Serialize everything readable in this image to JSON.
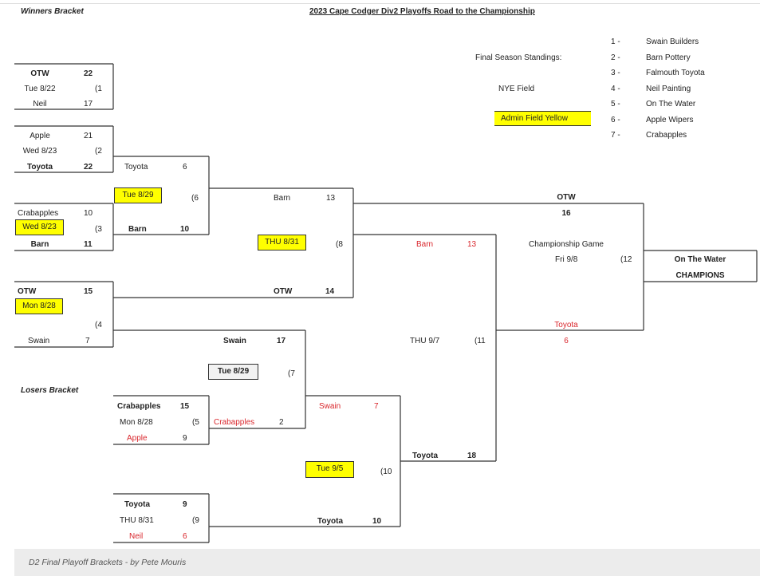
{
  "title": "2023 Cape Codger Div2 Playoffs Road to the Championship",
  "winners_label": "Winners Bracket",
  "losers_label": "Losers Bracket",
  "legend": {
    "standings_label": "Final Season Standings:",
    "nye_field": "NYE Field",
    "admin_field": "Admin Field Yellow",
    "highlight_color": "#ffff00"
  },
  "standings": [
    {
      "rank": "1 -",
      "team": "Swain Builders"
    },
    {
      "rank": "2 -",
      "team": "Barn Pottery"
    },
    {
      "rank": "3 -",
      "team": "Falmouth Toyota"
    },
    {
      "rank": "4 -",
      "team": "Neil Painting"
    },
    {
      "rank": "5 -",
      "team": "On The Water"
    },
    {
      "rank": "6 -",
      "team": "Apple Wipers"
    },
    {
      "rank": "7 -",
      "team": "Crabapples"
    }
  ],
  "games": {
    "g1": {
      "top": "OTW",
      "top_score": "22",
      "date": "Tue 8/22",
      "num": "(1",
      "bottom": "Neil",
      "bottom_score": "17"
    },
    "g2": {
      "top": "Apple",
      "top_score": "21",
      "date": "Wed 8/23",
      "num": "(2",
      "bottom": "Toyota",
      "bottom_score": "22"
    },
    "g3": {
      "top": "Crabapples",
      "top_score": "10",
      "date": "Wed 8/23",
      "num": "(3",
      "bottom": "Barn",
      "bottom_score": "11"
    },
    "g4": {
      "top": "OTW",
      "top_score": "15",
      "date": "Mon 8/28",
      "num": "(4",
      "bottom": "Swain",
      "bottom_score": "7"
    },
    "g5": {
      "top": "Crabapples",
      "top_score": "15",
      "date": "Mon 8/28",
      "num": "(5",
      "bottom": "Apple",
      "bottom_score": "9"
    },
    "g6": {
      "top": "Toyota",
      "top_score": "6",
      "date": "Tue 8/29",
      "num": "(6",
      "bottom": "Barn",
      "bottom_score": "10"
    },
    "g7": {
      "top": "Swain",
      "top_score": "17",
      "date": "Tue 8/29",
      "num": "(7",
      "bottom": "Crabapples",
      "bottom_score": "2"
    },
    "g8": {
      "top": "Barn",
      "top_score": "13",
      "date": "THU 8/31",
      "num": "(8",
      "bottom": "OTW",
      "bottom_score": "14"
    },
    "g9": {
      "top": "Toyota",
      "top_score": "9",
      "date": "THU 8/31",
      "num": "(9",
      "bottom": "Neil",
      "bottom_score": "6"
    },
    "g10": {
      "top": "Swain",
      "top_score": "7",
      "date": "Tue 9/5",
      "num": "(10",
      "bottom": "Toyota",
      "bottom_score": "10"
    },
    "g11": {
      "top": "Barn",
      "top_score": "13",
      "date": "THU 9/7",
      "num": "(11",
      "bottom": "Toyota",
      "bottom_score": "18"
    },
    "g12": {
      "label": "Championship Game",
      "top": "OTW",
      "top_score": "16",
      "date": "Fri 9/8",
      "num": "(12",
      "bottom": "Toyota",
      "bottom_score": "6"
    }
  },
  "champion": {
    "team": "On The Water",
    "label": "CHAMPIONS"
  },
  "footer": "D2 Final Playoff Brackets - by Pete Mouris"
}
